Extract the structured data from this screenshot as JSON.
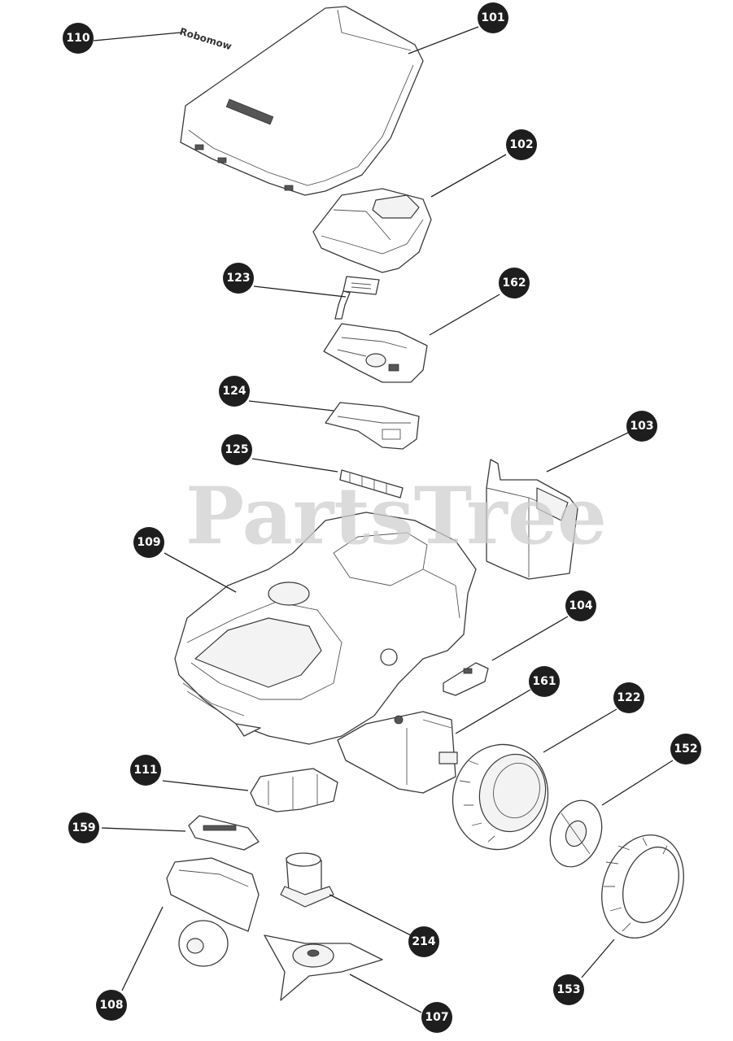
{
  "watermark": "PartsTree",
  "cover_logo": "Robomow",
  "callouts": [
    {
      "id": "110",
      "label": "110"
    },
    {
      "id": "101",
      "label": "101"
    },
    {
      "id": "102",
      "label": "102"
    },
    {
      "id": "123",
      "label": "123"
    },
    {
      "id": "162",
      "label": "162"
    },
    {
      "id": "124",
      "label": "124"
    },
    {
      "id": "125",
      "label": "125"
    },
    {
      "id": "103",
      "label": "103"
    },
    {
      "id": "109",
      "label": "109"
    },
    {
      "id": "104",
      "label": "104"
    },
    {
      "id": "161",
      "label": "161"
    },
    {
      "id": "122",
      "label": "122"
    },
    {
      "id": "152",
      "label": "152"
    },
    {
      "id": "111",
      "label": "111"
    },
    {
      "id": "159",
      "label": "159"
    },
    {
      "id": "214",
      "label": "214"
    },
    {
      "id": "108",
      "label": "108"
    },
    {
      "id": "153",
      "label": "153"
    },
    {
      "id": "107",
      "label": "107"
    }
  ]
}
